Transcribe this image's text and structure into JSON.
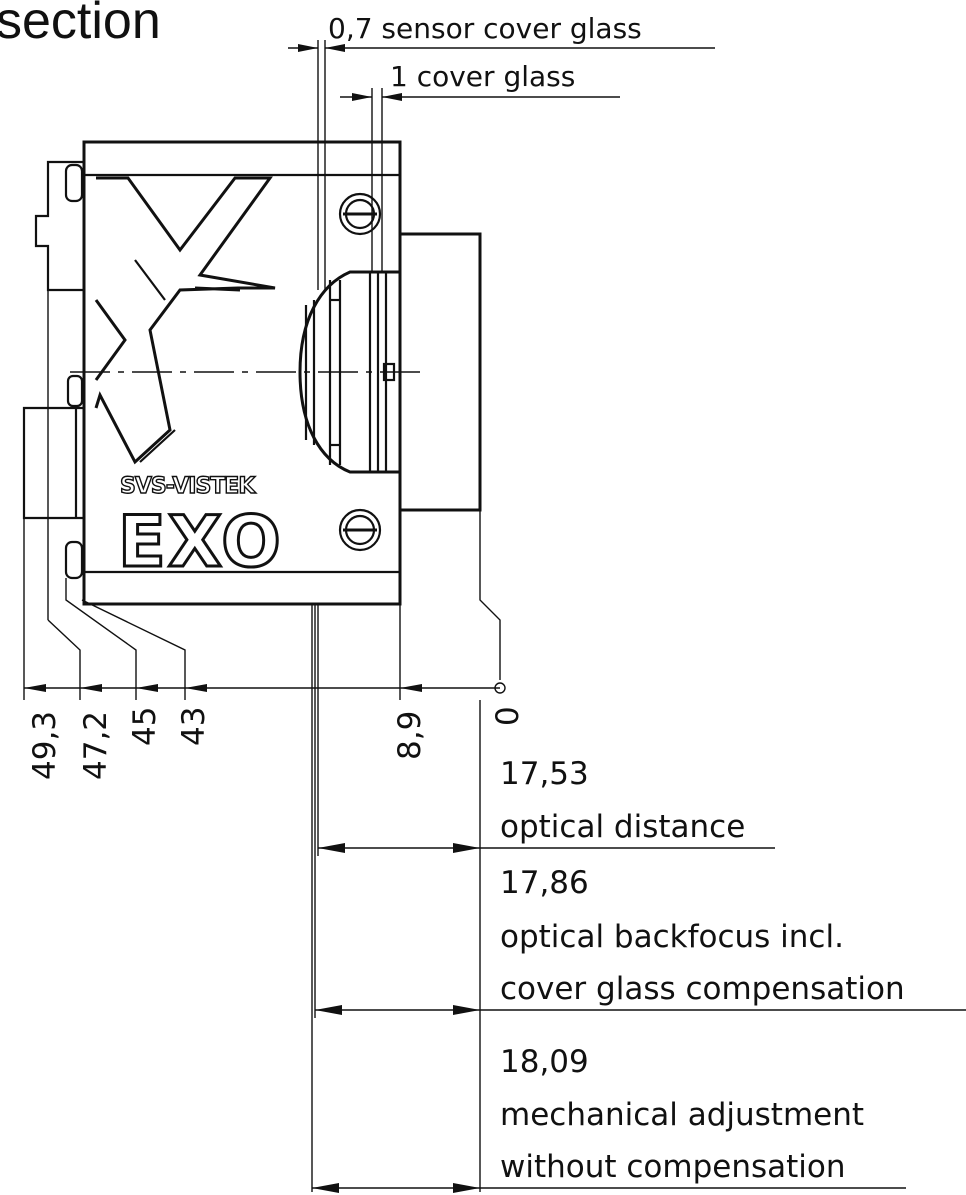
{
  "title": "section",
  "brand": {
    "manufacturer": "SVS-VISTEK",
    "product": "EXO"
  },
  "top_callouts": [
    {
      "text": "0,7 sensor cover glass"
    },
    {
      "text": "1 cover glass"
    }
  ],
  "axial_positions": [
    {
      "text": "49,3"
    },
    {
      "text": "47,2"
    },
    {
      "text": "45"
    },
    {
      "text": "43"
    },
    {
      "text": "8,9"
    },
    {
      "text": "0"
    }
  ],
  "distance_callouts": [
    {
      "value": "17,53",
      "lines": [
        "optical distance"
      ]
    },
    {
      "value": "17,86",
      "lines": [
        "optical backfocus incl.",
        "cover glass compensation"
      ]
    },
    {
      "value": "18,09",
      "lines": [
        "mechanical adjustment",
        "without compensation"
      ]
    }
  ]
}
